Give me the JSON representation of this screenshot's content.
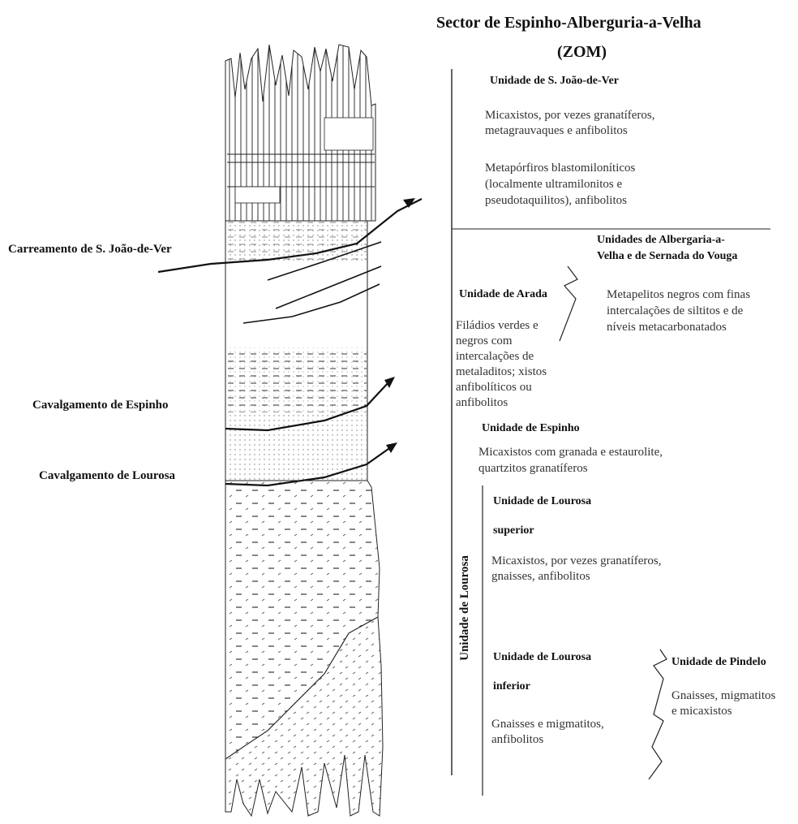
{
  "title": "Sector de Espinho-Alberguria-a-Velha",
  "subtitle": "(ZOM)",
  "thrusts": {
    "s_joao": "Carreamento de S. João-de-Ver",
    "espinho": "Cavalgamento de Espinho",
    "lourosa": "Cavalgamento de Lourosa"
  },
  "units": {
    "s_joao": {
      "name": "Unidade de S. João-de-Ver",
      "desc1": [
        "Micaxistos, por vezes granatíferos,",
        "metagrauvaques e anfibolitos"
      ],
      "desc2": [
        "Metapórfiros blastomiloníticos",
        "(localmente ultramilonitos e",
        "pseudotaquilitos), anfibolitos"
      ]
    },
    "albergaria": {
      "name": [
        "Unidades de Albergaria-a-",
        "Velha e de Sernada do Vouga"
      ],
      "desc": [
        "Metapelitos negros com finas",
        "intercalações de siltitos e de",
        "níveis metacarbonatados"
      ]
    },
    "arada": {
      "name": "Unidade de Arada",
      "desc": [
        "Filádios verdes e",
        "negros com",
        "intercalações de",
        "metaladitos; xistos",
        "anfibolíticos ou",
        "anfibolitos"
      ]
    },
    "espinho": {
      "name": "Unidade de Espinho",
      "desc": [
        "Micaxistos com granada e estaurolite,",
        "quartzitos granatíferos"
      ]
    },
    "lourosa_group": "Unidade de Lourosa",
    "lourosa_sup": {
      "name": [
        "Unidade de Lourosa",
        "superior"
      ],
      "desc": [
        "Micaxistos, por vezes granatíferos,",
        "gnaisses, anfibolitos"
      ]
    },
    "lourosa_inf": {
      "name": [
        "Unidade de Lourosa",
        "inferior"
      ],
      "desc": [
        "Gnaisses e migmatitos,",
        "anfibolitos"
      ]
    },
    "pindelo": {
      "name": "Unidade de Pindelo",
      "desc": [
        "Gnaisses, migmatitos",
        "e micaxistos"
      ]
    }
  }
}
